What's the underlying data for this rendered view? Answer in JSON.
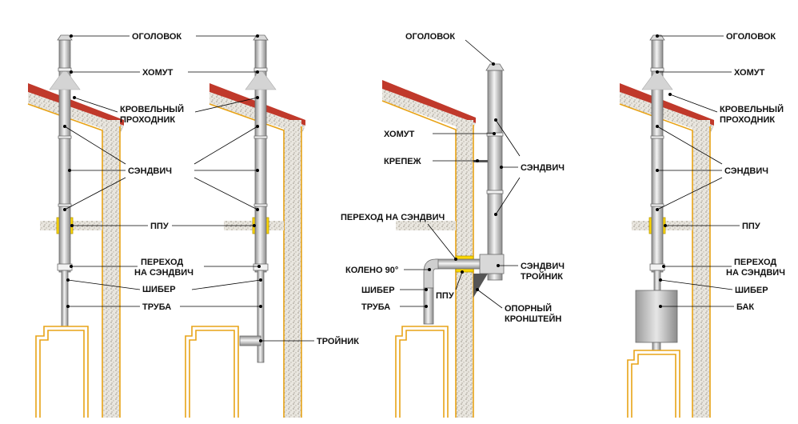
{
  "labels": {
    "d1_ogolovok": "ОГОЛОВОК",
    "d1_homut": "ХОМУТ",
    "d1_krovelny_1": "КРОВЕЛЬНЫЙ",
    "d1_krovelny_2": "ПРОХОДНИК",
    "d1_sendvich": "СЭНДВИЧ",
    "d1_ppu": "ППУ",
    "d1_perehod_1": "ПЕРЕХОД",
    "d1_perehod_2": "НА СЭНДВИЧ",
    "d1_shiber": "ШИБЕР",
    "d1_truba": "ТРУБА",
    "d2_troynik": "ТРОЙНИК",
    "d3_ogolovok": "ОГОЛОВОК",
    "d3_homut": "ХОМУТ",
    "d3_krepezh": "КРЕПЕЖ",
    "d3_sendvich": "СЭНДВИЧ",
    "d3_perehod": "ПЕРЕХОД НА СЭНДВИЧ",
    "d3_koleno": "КОЛЕНО 90°",
    "d3_sendvich_troynik_1": "СЭНДВИЧ",
    "d3_sendvich_troynik_2": "ТРОЙНИК",
    "d3_shiber": "ШИБЕР",
    "d3_truba": "ТРУБА",
    "d3_ppu": "ППУ",
    "d3_kronshteyn_1": "ОПОРНЫЙ",
    "d3_kronshteyn_2": "КРОНШТЕЙН",
    "d4_ogolovok": "ОГОЛОВОК",
    "d4_homut": "ХОМУТ",
    "d4_krovelny_1": "КРОВЕЛЬНЫЙ",
    "d4_krovelny_2": "ПРОХОДНИК",
    "d4_sendvich": "СЭНДВИЧ",
    "d4_ppu": "ППУ",
    "d4_perehod_1": "ПЕРЕХОД",
    "d4_perehod_2": "НА СЭНДВИЧ",
    "d4_shiber": "ШИБЕР",
    "d4_bak": "БАК"
  },
  "colors": {
    "outline": "#e8a317",
    "ppu": "#ffd800",
    "roof": "#c0392b",
    "steel": "#bdbdbd"
  }
}
